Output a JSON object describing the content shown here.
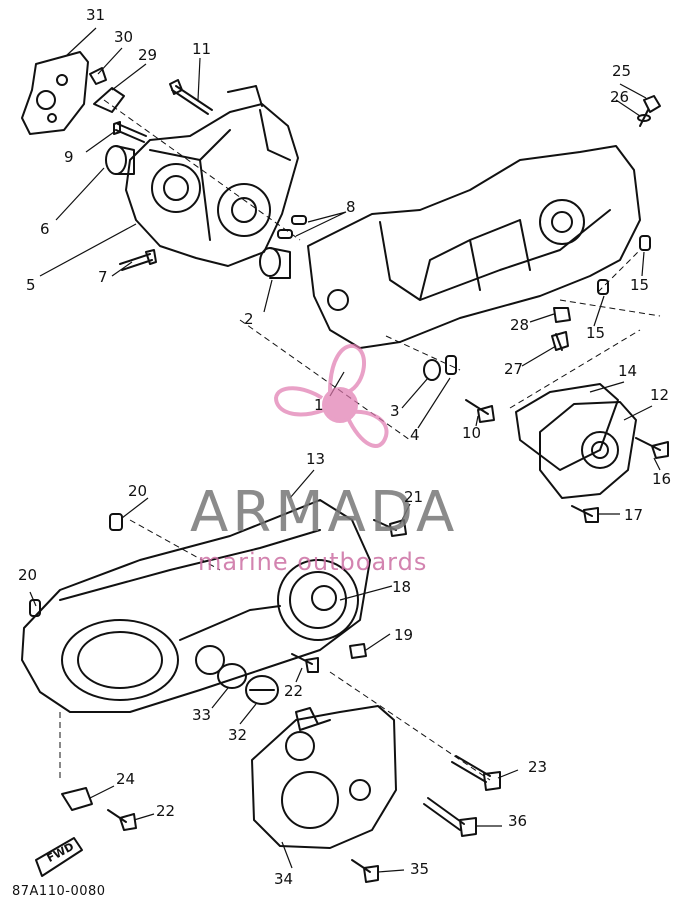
{
  "diagram": {
    "code": "87A110-0080",
    "watermark": {
      "name": "ARMADA",
      "tagline": "marine outboards",
      "brand_color": "#e07ab0",
      "text_color": "#777777"
    },
    "fwd_label": "FWD",
    "callouts": [
      "31",
      "30",
      "29",
      "11",
      "9",
      "6",
      "5",
      "7",
      "8",
      "25",
      "26",
      "15",
      "15",
      "2",
      "28",
      "27",
      "1",
      "3",
      "4",
      "10",
      "14",
      "12",
      "16",
      "17",
      "13",
      "20",
      "21",
      "20",
      "18",
      "19",
      "22",
      "33",
      "32",
      "24",
      "22",
      "23",
      "36",
      "35",
      "34"
    ]
  }
}
